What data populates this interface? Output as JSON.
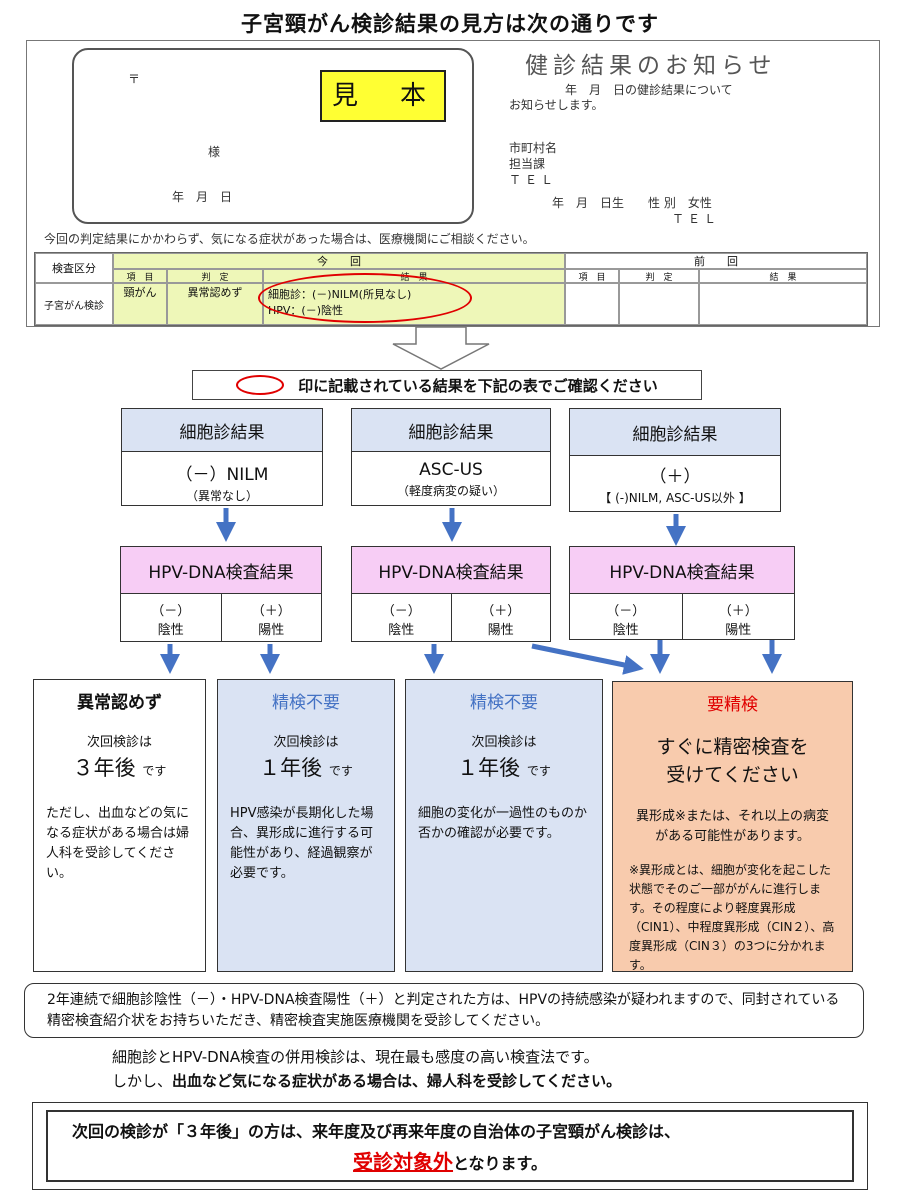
{
  "title": "子宮頸がん検診結果の見方は次の通りです",
  "sample": {
    "postal": "〒",
    "sama": "様",
    "date": "年　月　日",
    "mihon": "見　本",
    "header": "健診結果のお知らせ",
    "notice1": "年　月　日の健診結果について",
    "notice2": "お知らせします。",
    "city": "市町村名",
    "dept": "担当課",
    "tel": "ＴＥＬ",
    "birth": "年　月　日生　　性 別　女性",
    "tel2": "ＴＥＬ",
    "warn": "今回の判定結果にかかわらず、気になる症状があった場合は、医療機関にご相談ください。",
    "col_kubun": "検査区分",
    "col_konkai": "今　　回",
    "col_zenkai": "前　　回",
    "col_koumoku": "項　目",
    "col_hantei": "判　定",
    "col_kekka": "結　果",
    "row_label": "子宮がん検診",
    "val_koumoku": "頸がん",
    "val_hantei": "異常認めず",
    "val_kekka1": "細胞診：(－)NILM(所見なし)",
    "val_kekka2": "HPV：(－)陰性"
  },
  "instruction": "印に記載されている結果を下記の表でご確認ください",
  "cyto": [
    {
      "head": "細胞診結果",
      "main": "（－）NILM",
      "sub": "（異常なし）"
    },
    {
      "head": "細胞診結果",
      "main": "ASC-US",
      "sub": "（軽度病変の疑い）"
    },
    {
      "head": "細胞診結果",
      "main": "（＋）",
      "sub": "【 (-)NILM, ASC-US以外 】"
    }
  ],
  "hpv": {
    "head": "HPV-DNA検査結果",
    "neg_sign": "（－）",
    "neg": "陰性",
    "pos_sign": "（＋）",
    "pos": "陽性"
  },
  "results": [
    {
      "title": "異常認めず",
      "next": "次回検診は",
      "when": "３年後",
      "desu": "です",
      "desc": "ただし、出血などの気になる症状がある場合は婦人科を受診してください。"
    },
    {
      "title": "精検不要",
      "next": "次回検診は",
      "when": "１年後",
      "desu": "です",
      "desc": "HPV感染が長期化した場合、異形成に進行する可能性があり、経過観察が必要です。"
    },
    {
      "title": "精検不要",
      "next": "次回検診は",
      "when": "１年後",
      "desu": "です",
      "desc": "細胞の変化が一過性のものか否かの確認が必要です。"
    },
    {
      "title": "要精検",
      "big1": "すぐに精密検査を",
      "big2": "受けてください",
      "desc": "異形成※または、それ以上の病変がある可能性があります。",
      "note": "※異形成とは、細胞が変化を起こした状態でそのご一部ががんに進行します。その程度により軽度異形成（CIN1）、中程度異形成（CIN２）、高度異形成（CIN３）の3つに分かれます。"
    }
  ],
  "box2year": "2年連続で細胞診陰性（－）・HPV-DNA検査陽性（＋）と判定された方は、HPVの持続感染が疑われますので、同封されている精密検査紹介状をお持ちいただき、精密検査実施医療機関を受診してください。",
  "combo1": "細胞診とHPV-DNA検査の併用検診は、現在最も感度の高い検査法です。",
  "combo2a": "しかし、",
  "combo2b": "出血など気になる症状がある場合は、婦人科を受診してください。",
  "final1": "次回の検診が「３年後」の方は、来年度及び再来年度の自治体の子宮頸がん検診は、",
  "final2a": "受診対象外",
  "final2b": "となります。",
  "colors": {
    "blue": "#4472c4",
    "red": "#e00000",
    "lightblue": "#dae3f3",
    "pink": "#f7cdf5",
    "orange": "#f8cbad"
  }
}
